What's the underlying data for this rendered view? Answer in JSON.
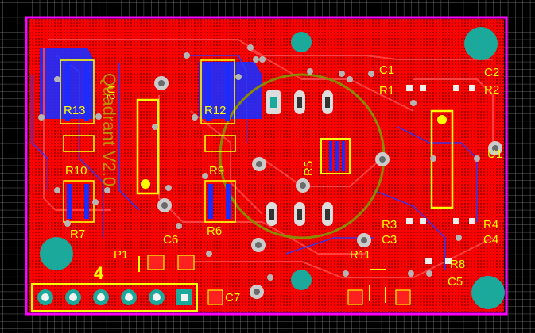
{
  "view": {
    "title": "PCB layout view",
    "colors": {
      "background": "#000000",
      "grid": "#7f7f7f",
      "board_outline": "#ff00ff",
      "top_copper": "#ff0000",
      "bottom_copper": "#1c2cff",
      "silkscreen": "#ffff00",
      "pad": "#c0c0c0",
      "via": "#8a8a8a",
      "mounting_hole": "#1aa99a",
      "drill": "#0e7060",
      "outline_drawing": "#8a8a00",
      "logo_text": "#b8a200"
    }
  },
  "board": {
    "logo_text": "Quadrant V2.0",
    "components": [
      {
        "ref": "R13",
        "label": "R13"
      },
      {
        "ref": "U2",
        "label": "U2"
      },
      {
        "ref": "R12",
        "label": "R12"
      },
      {
        "ref": "R10",
        "label": "R10"
      },
      {
        "ref": "R9",
        "label": "R9"
      },
      {
        "ref": "R7",
        "label": "R7"
      },
      {
        "ref": "R6",
        "label": "R6"
      },
      {
        "ref": "R5",
        "label": "R5"
      },
      {
        "ref": "C1",
        "label": "C1"
      },
      {
        "ref": "R1",
        "label": "R1"
      },
      {
        "ref": "C2",
        "label": "C2"
      },
      {
        "ref": "R2",
        "label": "R2"
      },
      {
        "ref": "U1",
        "label": "U1"
      },
      {
        "ref": "R3",
        "label": "R3"
      },
      {
        "ref": "C3",
        "label": "C3"
      },
      {
        "ref": "R4",
        "label": "R4"
      },
      {
        "ref": "C4",
        "label": "C4"
      },
      {
        "ref": "R8",
        "label": "R8"
      },
      {
        "ref": "C5",
        "label": "C5"
      },
      {
        "ref": "R11",
        "label": "R11"
      },
      {
        "ref": "C6",
        "label": "C6"
      },
      {
        "ref": "P1",
        "label": "P1"
      },
      {
        "ref": "C7",
        "label": "C7"
      },
      {
        "ref": "P1-pin",
        "label": "4"
      }
    ]
  }
}
